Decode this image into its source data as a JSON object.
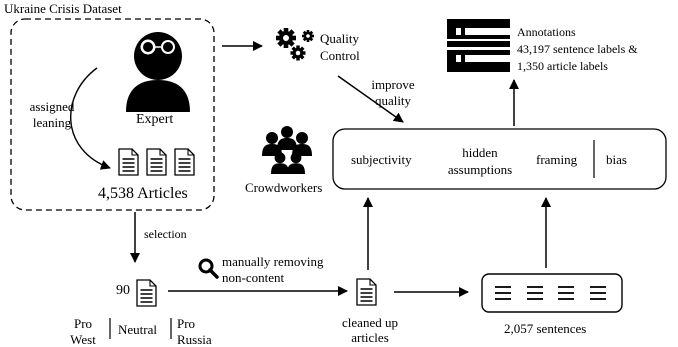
{
  "dataset": {
    "title": "Ukraine Crisis Dataset",
    "expert_label": "Expert",
    "assigned_leaning": [
      "assigned",
      "leaning"
    ],
    "articles_label": "4,538 Articles"
  },
  "steps": {
    "selection": "selection",
    "manual_removal": [
      "manually removing",
      "non-content"
    ],
    "quality_control": [
      "Quality",
      "Control"
    ],
    "improve_quality": [
      "improve",
      "quality"
    ]
  },
  "selected": {
    "count": "90",
    "leanings": {
      "pro_west": [
        "Pro",
        "West"
      ],
      "neutral": "Neutral",
      "pro_russia": [
        "Pro",
        "Russia"
      ]
    }
  },
  "cleaned": [
    "cleaned up",
    "articles"
  ],
  "sentences_label": "2,057 sentences",
  "crowdworkers_label": "Crowdworkers",
  "tasks": {
    "subjectivity": "subjectivity",
    "hidden_assumptions": [
      "hidden",
      "assumptions"
    ],
    "framing": "framing",
    "bias": "bias"
  },
  "annotations": {
    "title": "Annotations",
    "sentence_labels": "43,197 sentence labels &",
    "article_labels": "1,350 article labels"
  },
  "icons": [
    "person-icon",
    "document-icon",
    "magnifier-icon",
    "gears-icon",
    "crowd-icon",
    "list-icon",
    "table-icon"
  ]
}
